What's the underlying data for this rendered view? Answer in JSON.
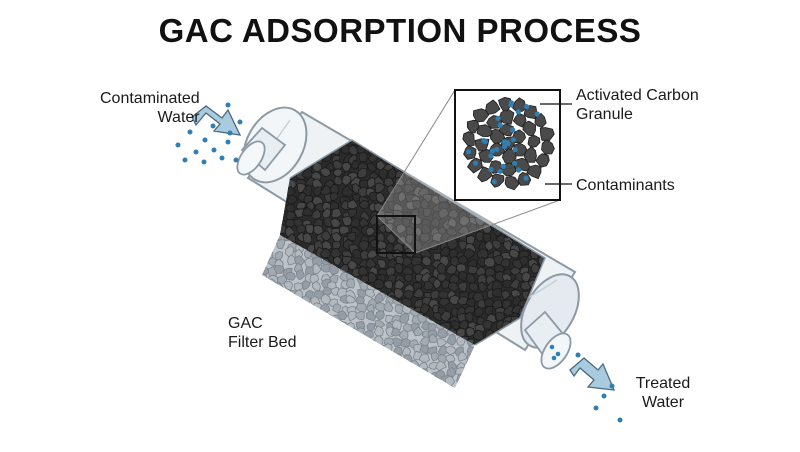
{
  "title": "GAC ADSORPTION PROCESS",
  "labels": {
    "inlet": [
      "Contaminated",
      "Water"
    ],
    "outlet": [
      "Treated",
      "Water"
    ],
    "bed": [
      "GAC",
      "Filter Bed"
    ],
    "granule": [
      "Activated Carbon",
      "Granule"
    ],
    "contaminants": "Contaminants"
  },
  "colors": {
    "carbon": "#3a3a3a",
    "contaminant": "#2f7fb4",
    "housing": "#9aa7b0",
    "arrow": "#a9cbe0"
  }
}
